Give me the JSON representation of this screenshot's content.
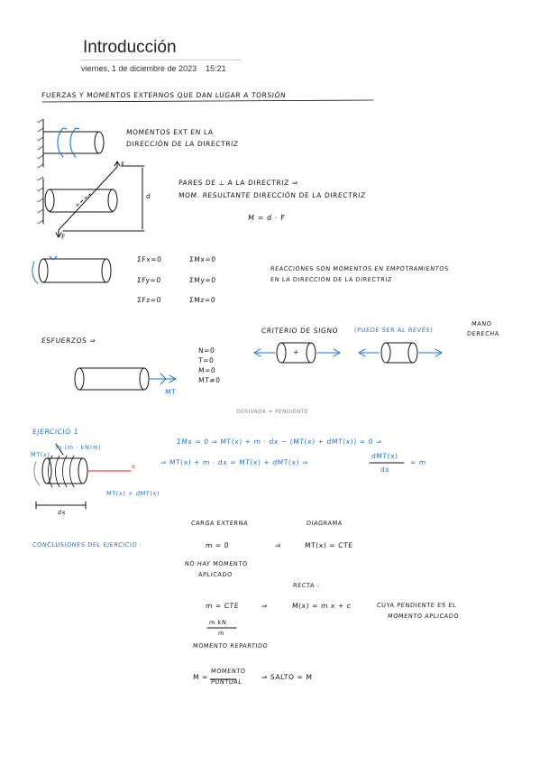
{
  "header": {
    "title": "Introducción",
    "date": "viernes, 1 de diciembre de 2023",
    "time": "15:21"
  },
  "notes": {
    "heading": "FUERZAS Y MOMENTOS EXTERNOS QUE DAN LUGAR A TORSIÓN",
    "fig1_line1": "MOMENTOS EXT EN LA",
    "fig1_line2": "DIRECCIÓN DE LA DIRECTRIZ",
    "fig2_F_top": "F",
    "fig2_F_bottom": "F",
    "fig2_d": "d",
    "fig2_line1": "PARES DE ⊥ A LA DIRECTRIZ ⇒",
    "fig2_line2": "MOM. RESULTANTE DIRECCIÓN DE LA DIRECTRIZ",
    "fig2_formula": "M = d · F",
    "equil_fx": "ΣFx=0",
    "equil_fy": "ΣFy=0",
    "equil_fz": "ΣFz=0",
    "equil_mx": "ΣMx=0",
    "equil_my": "ΣMy=0",
    "equil_mz": "ΣMz=0",
    "reactions_line1": "REACCIONES SON MOMENTOS EN EMPOTRAMIENTOS",
    "reactions_line2": "EN LA DIRECCIÓN DE LA DIRECTRIZ",
    "esfuerzos": "ESFUERZOS ⇒",
    "esf_n": "N=0",
    "esf_t": "T=0",
    "esf_m": "M=0",
    "esf_mt": "MT≠0",
    "mt_label": "MT",
    "criterio": "CRITERIO DE SIGNO",
    "criterio_note": "(PUEDE SER AL REVÉS)",
    "mano_line1": "MANO",
    "mano_line2": "DERECHA",
    "plus": "+",
    "derivada_note": "DERIVADA = PENDIENTE",
    "ejercicio": "EJERCICIO 1",
    "ex_mt": "MT(x)",
    "ex_m": "m (m · kN/m)",
    "ex_x": "x",
    "ex_mtdx": "MT(x) + dMT(x)",
    "ex_dx": "dx",
    "ex_eq1": "ΣMx = 0 ⇒ MT(x) + m · dx − (MT(x) + dMT(x)) = 0 ⇒",
    "ex_eq2": "⇒ MT(x) + m · dx = MT(x) + dMT(x) ⇒",
    "ex_frac_num": "dMT(x)",
    "ex_frac_den": "dx",
    "ex_frac_res": "= m",
    "carga": "CARGA EXTERNA",
    "diagrama": "DIAGRAMA",
    "conclusiones": "CONCLUSIONES DEL EJERCICIO :",
    "c1_left": "m = 0",
    "c1_arrow": "⇒",
    "c1_right": "MT(x) = CTE",
    "c1_note1": "NO HAY MOMENTO",
    "c1_note2": "APLICADO",
    "recta": "RECTA :",
    "c2_left": "m = CTE",
    "c2_arrow": "⇒",
    "c2_right": "M(x) = m x + c",
    "c2_note1": "CUYA PENDIENTE ES EL",
    "c2_note2": "MOMENTO APLICADO",
    "c2_units_num": "m kN",
    "c2_units_den": "m",
    "momento_rep": "MOMENTO REPARTIDO",
    "c3_left": "M =",
    "c3_frac1": "MOMENTO",
    "c3_frac2": "PUNTUAL",
    "c3_right": "⇒ SALTO = M"
  },
  "colors": {
    "ink": "#111111",
    "blue_ink": "#1a6fd6",
    "red_ink": "#e02020",
    "gray_ink": "#888888"
  }
}
